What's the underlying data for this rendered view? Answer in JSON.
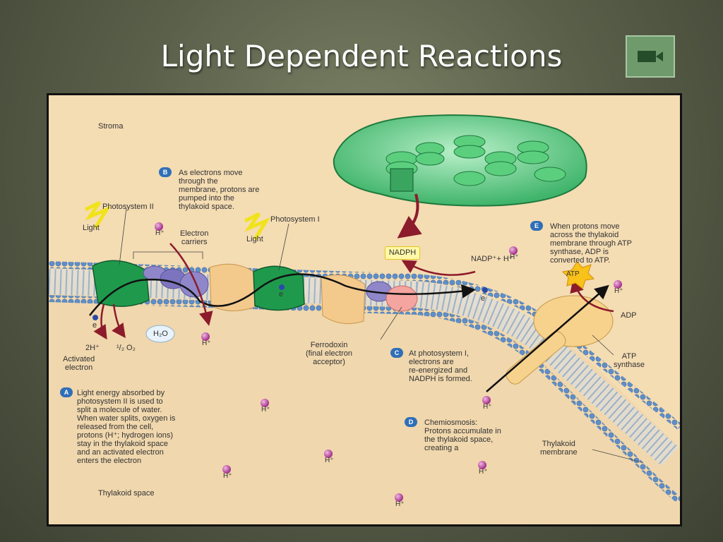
{
  "slide": {
    "title": "Light Dependent Reactions",
    "video_button_icon": "video-camera-icon"
  },
  "diagram": {
    "stroma": "Stroma",
    "thylakoid_space": "Thylakoid space",
    "photosystem_ii": "Photosystem II",
    "photosystem_i": "Photosystem I",
    "light_1": "Light",
    "light_2": "Light",
    "electron_carriers": "Electron\ncarriers",
    "activated_electron": "Activated\nelectron",
    "two_h": "2H⁺",
    "half_o2": "¹/₂ O₂",
    "h2o": "H₂O",
    "e": "e",
    "nadph": "NADPH",
    "nadp_plus_h": "NADP⁺+ H⁺",
    "ferrodoxin": "Ferrodoxin\n(final electron\nacceptor)",
    "atp": "ATP",
    "adp": "ADP",
    "atp_synthase": "ATP\nsynthase",
    "thylakoid_membrane": "Thylakoid\nmembrane",
    "h_plus": "H⁺",
    "steps": {
      "a_badge": "A",
      "a_text": "Light energy absorbed by\nphotosystem II is used to\nsplit a molecule of water.\nWhen water splits, oxygen is\nreleased from the cell,\nprotons (H⁺; hydrogen ions)\nstay in the thylakoid space\nand an activated electron\nenters the electron",
      "b_badge": "B",
      "b_text": "As electrons move\nthrough the\nmembrane, protons are\npumped into the\nthylakoid space.",
      "c_badge": "C",
      "c_text": "At photosystem I,\nelectrons are\nre-energized and\nNADPH is formed.",
      "d_badge": "D",
      "d_text": "Chemiosmosis:\nProtons accumulate in\nthe thylakoid space,\ncreating a",
      "e_badge": "E",
      "e_text": "When protons move\nacross the thylakoid\nmembrane through ATP\nsynthase, ADP is\nconverted to ATP."
    }
  },
  "colors": {
    "background": "#5a604a",
    "panel": "#f4dcb3",
    "photosystem": "#1f9a4d",
    "carrier_purple": "#8f87c9",
    "carrier_tan": "#f3c98c",
    "membrane_blue": "#5f8fc9",
    "proton": "#a22f88",
    "arrow_red": "#8c1b2b"
  }
}
